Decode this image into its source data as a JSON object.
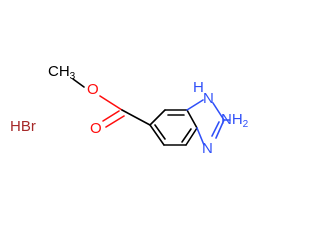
{
  "molecule": {
    "salt": "HBr",
    "methyl_label": "CH",
    "methyl_subscript": "3",
    "ether_oxygen": "O",
    "carbonyl_oxygen": "O",
    "nh_label": "H",
    "ring_n_top": "N",
    "ring_n_bottom": "N",
    "amino_label": "NH",
    "amino_subscript": "2"
  },
  "colors": {
    "carbon_bond": "#000000",
    "oxygen": "#ff0d0d",
    "nitrogen": "#3050f8",
    "bromide": "#a62929"
  }
}
